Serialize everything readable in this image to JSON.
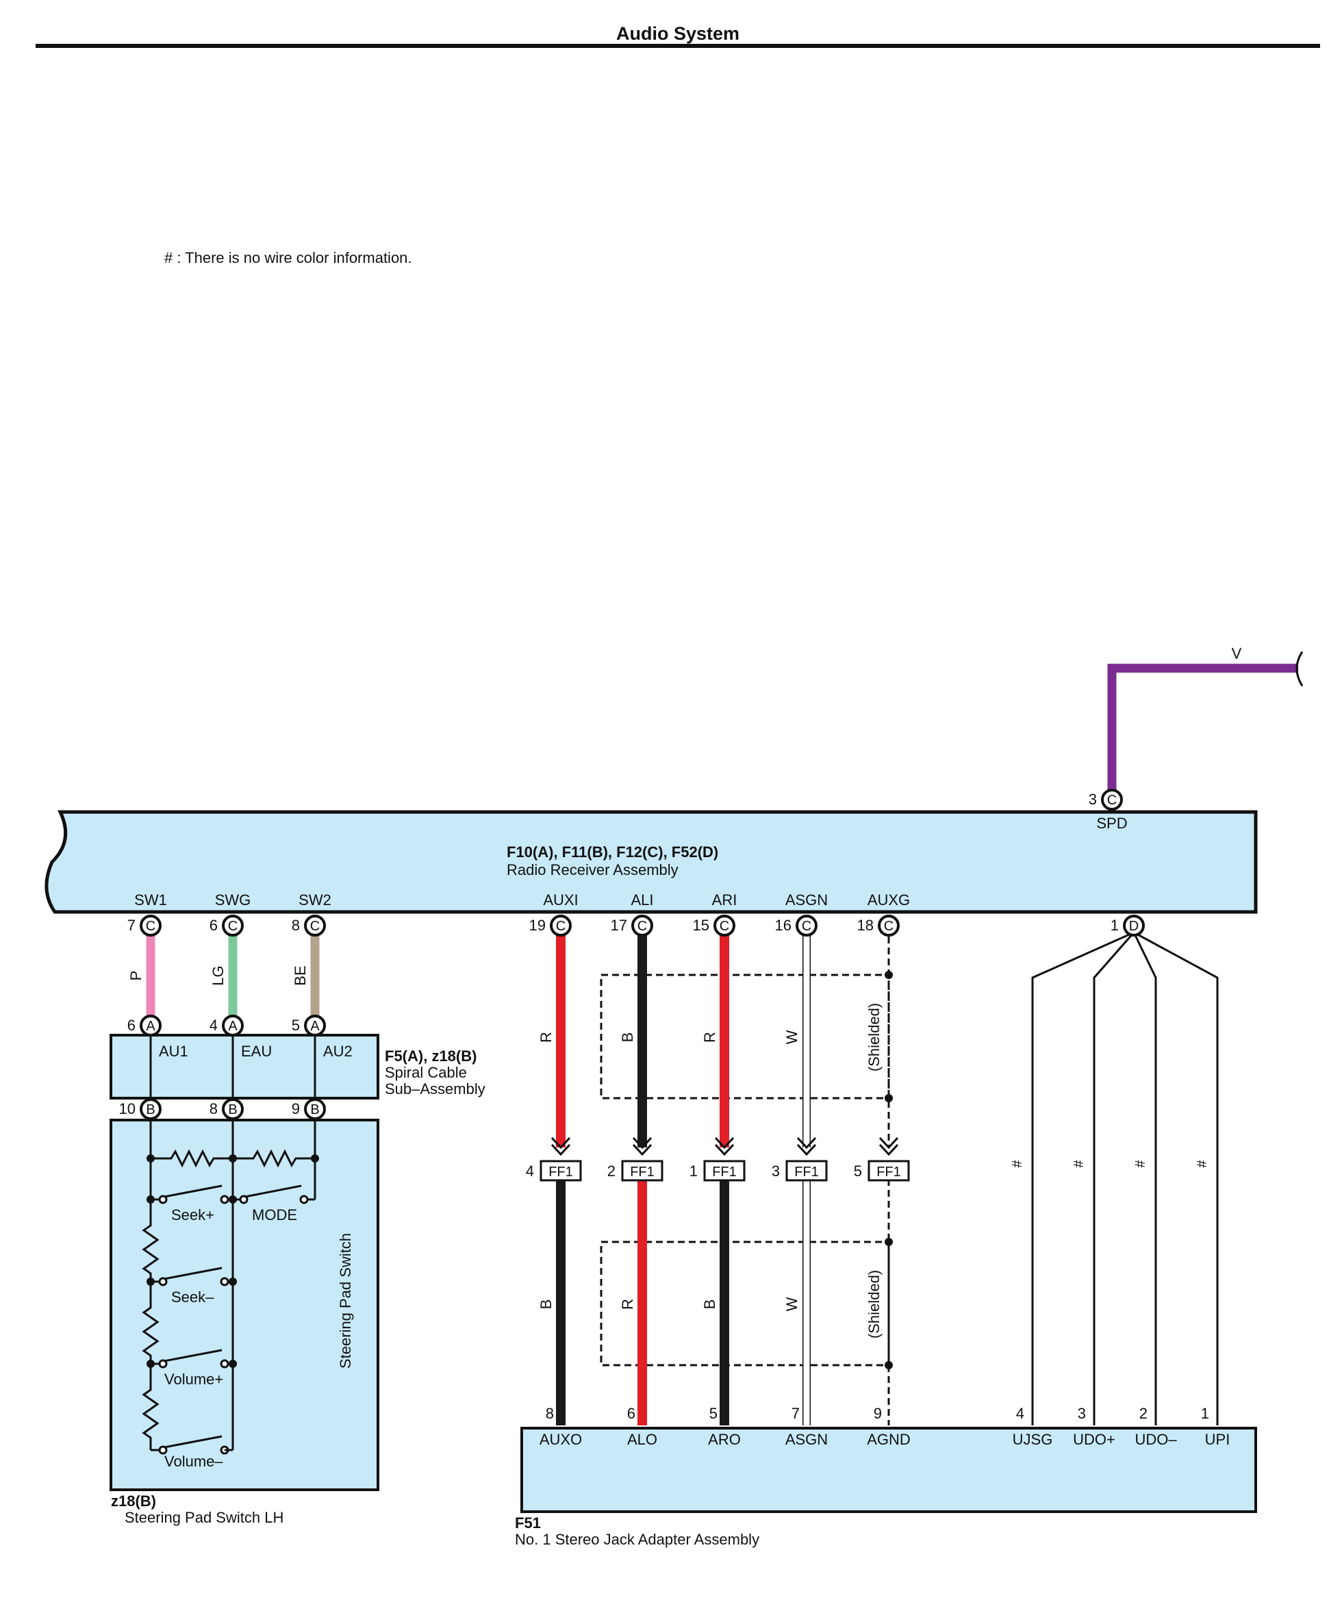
{
  "header": {
    "title": "Audio System"
  },
  "note": "# : There is no wire color information.",
  "colors": {
    "box_fill": "#c8e9f8",
    "red": "#e21f26",
    "black": "#1a1a1a",
    "pink": "#ee87b8",
    "light_green": "#7ec99a",
    "beige": "#b3a28c",
    "violet": "#7a2c90",
    "white_wire": "#ffffff"
  },
  "radio_receiver": {
    "connectors": "F10(A), F11(B), F12(C), F52(D)",
    "name": "Radio Receiver Assembly",
    "terminals": [
      {
        "pin": "7",
        "conn": "C",
        "label": "SW1"
      },
      {
        "pin": "6",
        "conn": "C",
        "label": "SWG"
      },
      {
        "pin": "8",
        "conn": "C",
        "label": "SW2"
      },
      {
        "pin": "19",
        "conn": "C",
        "label": "AUXI"
      },
      {
        "pin": "17",
        "conn": "C",
        "label": "ALI"
      },
      {
        "pin": "15",
        "conn": "C",
        "label": "ARI"
      },
      {
        "pin": "16",
        "conn": "C",
        "label": "ASGN"
      },
      {
        "pin": "18",
        "conn": "C",
        "label": "AUXG"
      },
      {
        "pin": "1",
        "conn": "D",
        "label": ""
      },
      {
        "pin": "3",
        "conn": "C",
        "label": "SPD"
      }
    ]
  },
  "spiral_cable": {
    "connectors": "F5(A), z18(B)",
    "name_line1": "Spiral Cable",
    "name_line2": "Sub–Assembly",
    "top_terminals": [
      {
        "pin": "6",
        "conn": "A",
        "label": "AU1"
      },
      {
        "pin": "4",
        "conn": "A",
        "label": "EAU"
      },
      {
        "pin": "5",
        "conn": "A",
        "label": "AU2"
      }
    ],
    "bottom_terminals": [
      {
        "pin": "10",
        "conn": "B"
      },
      {
        "pin": "8",
        "conn": "B"
      },
      {
        "pin": "9",
        "conn": "B"
      }
    ]
  },
  "steering_switch": {
    "connector": "z18(B)",
    "name": "Steering Pad Switch LH",
    "inner_label": "Steering Pad Switch",
    "switches": [
      "Seek+",
      "MODE",
      "Seek–",
      "Volume+",
      "Volume–"
    ]
  },
  "wires_upper": [
    {
      "code": "P"
    },
    {
      "code": "LG"
    },
    {
      "code": "BE"
    },
    {
      "code": "R"
    },
    {
      "code": "B"
    },
    {
      "code": "R"
    },
    {
      "code": "W"
    },
    {
      "code": "(Shielded)"
    }
  ],
  "wires_lower": [
    {
      "code": "B"
    },
    {
      "code": "R"
    },
    {
      "code": "B"
    },
    {
      "code": "W"
    },
    {
      "code": "(Shielded)"
    }
  ],
  "spd_wire": {
    "code": "V"
  },
  "junction": {
    "connector_name": "FF1",
    "pins": [
      "4",
      "2",
      "1",
      "3",
      "5"
    ]
  },
  "no_color_marks": [
    "#",
    "#",
    "#",
    "#"
  ],
  "stereo_jack": {
    "connector": "F51",
    "name": "No. 1 Stereo Jack Adapter Assembly",
    "terminals": [
      {
        "pin": "8",
        "label": "AUXO"
      },
      {
        "pin": "6",
        "label": "ALO"
      },
      {
        "pin": "5",
        "label": "ARO"
      },
      {
        "pin": "7",
        "label": "ASGN"
      },
      {
        "pin": "9",
        "label": "AGND"
      },
      {
        "pin": "4",
        "label": "UJSG"
      },
      {
        "pin": "3",
        "label": "UDO+"
      },
      {
        "pin": "2",
        "label": "UDO–"
      },
      {
        "pin": "1",
        "label": "UPI"
      }
    ]
  }
}
